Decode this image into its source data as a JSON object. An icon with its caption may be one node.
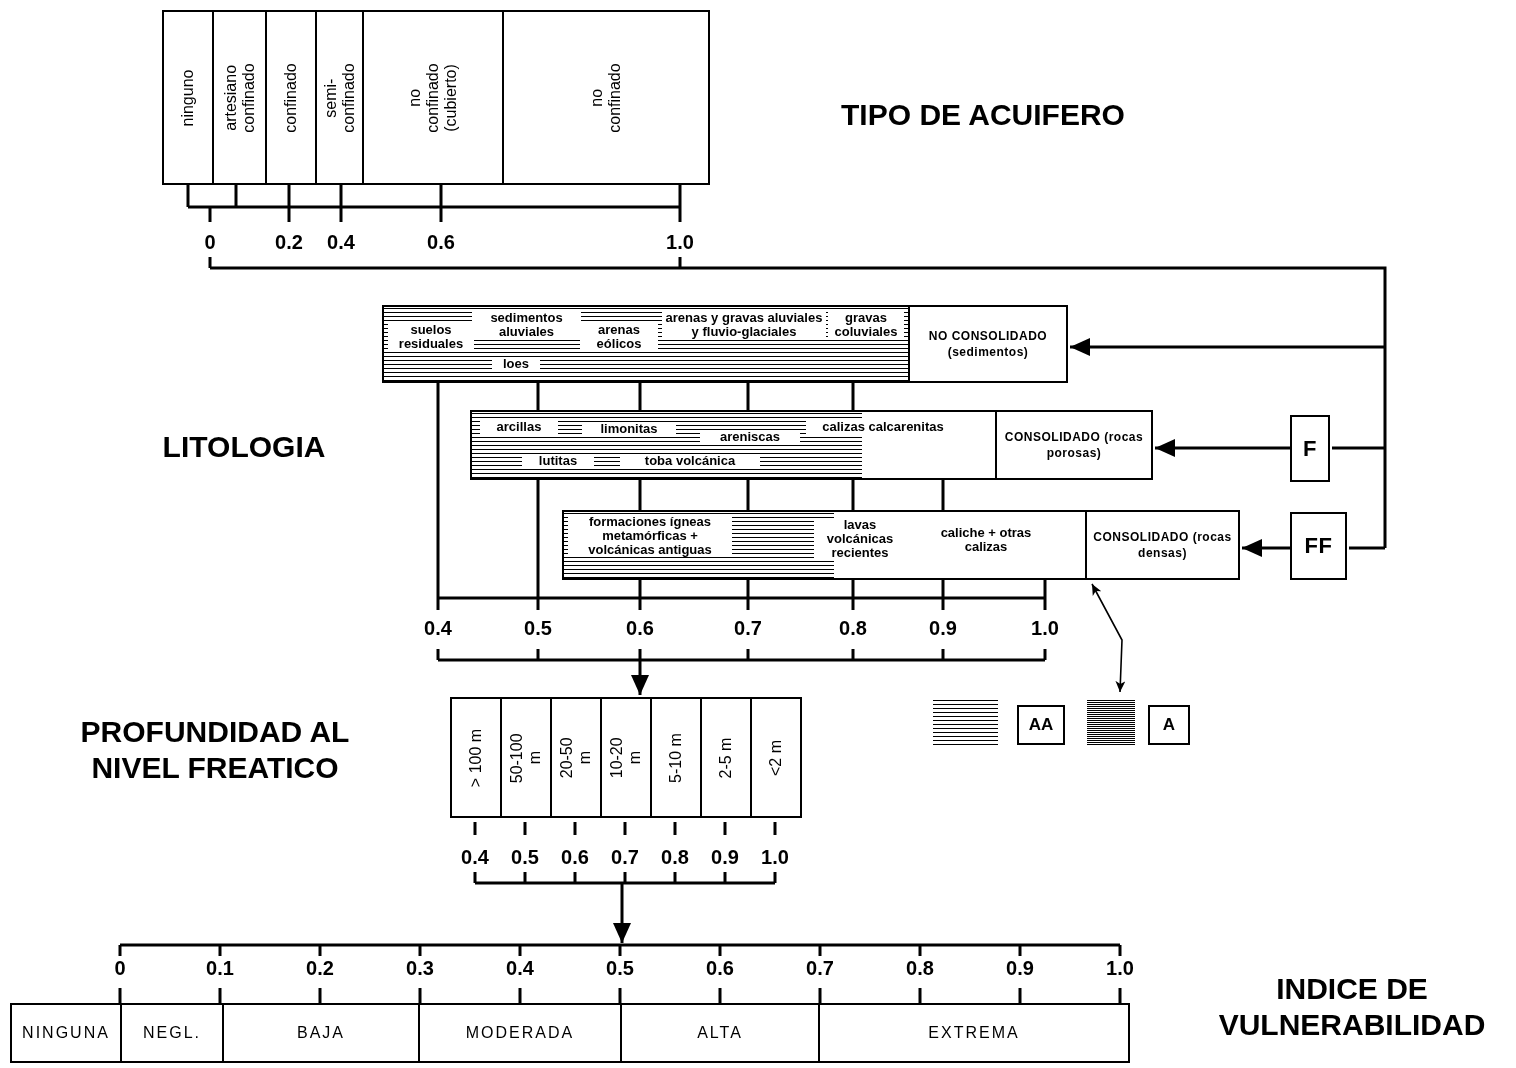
{
  "diagram": {
    "nodes": [
      {
        "text": [
          "ninguno"
        ]
      },
      {
        "text": [
          "artesiano confinado"
        ]
      },
      {
        "text": [
          "confinado"
        ]
      },
      {
        "text": [
          "semi-confinado"
        ]
      },
      {
        "text": [
          "no confinado (cubierto)"
        ]
      },
      {
        "text": [
          "no confinado"
        ]
      },
      {
        "text": [
          "suelos residuales",
          "sedimentos aluviales",
          "loes",
          "arenas eólicos",
          "arenas y gravas aluviales y fluvio-glaciales",
          "gravas coluviales"
        ]
      },
      {
        "text": [
          "NO CONSOLIDADO (sedimentos)"
        ]
      },
      {
        "text": [
          "arcillas",
          "limonitas",
          "areniscas",
          "lutitas",
          "toba volcánica",
          "calizas calcarenitas"
        ]
      },
      {
        "text": [
          "CONSOLIDADO (rocas porosas)"
        ]
      },
      {
        "text": [
          "formaciones ígneas metamórficas + volcánicas antiguas",
          "lavas volcánicas recientes",
          "caliche + otras calizas"
        ]
      },
      {
        "text": [
          "CONSOLIDADO (rocas densas)"
        ]
      },
      {
        "text": [
          "F"
        ]
      },
      {
        "text": [
          "FF"
        ]
      },
      {
        "text": [
          "> 100 m"
        ]
      },
      {
        "text": [
          "50-100 m"
        ]
      },
      {
        "text": [
          "20-50 m"
        ]
      },
      {
        "text": [
          "10-20 m"
        ]
      },
      {
        "text": [
          "5-10 m"
        ]
      },
      {
        "text": [
          "2-5 m"
        ]
      },
      {
        "text": [
          "<2 m"
        ]
      },
      {
        "text": [
          "NINGUNA"
        ]
      },
      {
        "text": [
          "NEGL."
        ]
      },
      {
        "text": [
          "BAJA"
        ]
      },
      {
        "text": [
          "MODERADA"
        ]
      },
      {
        "text": [
          "ALTA"
        ]
      },
      {
        "text": [
          "EXTREMA"
        ]
      },
      {
        "text": [],
        "shape": "bar"
      },
      {
        "text": [],
        "shape": "bar"
      },
      {
        "text": [],
        "shape": "bar"
      },
      {
        "text": [],
        "shape": "bar"
      }
    ],
    "edges": [
      {
        "from": 27,
        "to": 7,
        "arrow": "to"
      },
      {
        "from": 27,
        "to": 12,
        "arrow": "none"
      },
      {
        "from": 12,
        "to": 9,
        "arrow": "to"
      },
      {
        "from": 27,
        "to": 13,
        "arrow": "none"
      },
      {
        "from": 13,
        "to": 11,
        "arrow": "to"
      },
      {
        "from": 28,
        "to": 17,
        "arrow": "to"
      },
      {
        "from": 29,
        "to": 30,
        "arrow": "to"
      },
      {
        "from": null,
        "to": 11,
        "arrow": "both"
      }
    ],
    "labels": [
      "TIPO DE ACUIFERO",
      "0",
      "0.2",
      "0.4",
      "0.6",
      "1.0",
      "LITOLOGIA",
      "0.4",
      "0.5",
      "0.6",
      "0.7",
      "0.8",
      "0.9",
      "1.0",
      "PROFUNDIDAD AL NIVEL FREATICO",
      "0.4",
      "0.5",
      "0.6",
      "0.7",
      "0.8",
      "0.9",
      "1.0",
      "0",
      "0.1",
      "0.2",
      "0.3",
      "0.4",
      "0.5",
      "0.6",
      "0.7",
      "0.8",
      "0.9",
      "1.0",
      "INDICE DE VULNERABILIDAD"
    ],
    "legend": [
      {
        "text": "AA"
      },
      {
        "text": "A"
      }
    ]
  }
}
